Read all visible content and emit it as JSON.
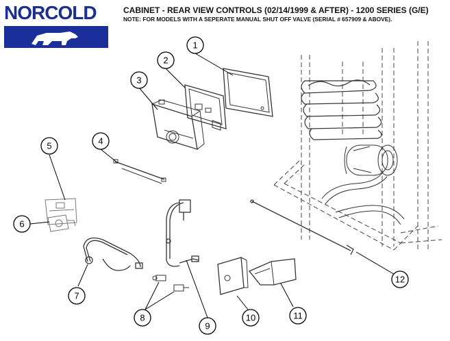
{
  "logo": {
    "text": "NORCOLD"
  },
  "header": {
    "title": "CABINET - REAR VIEW CONTROLS (02/14/1999 & AFTER) - 1200 SERIES (G/E)",
    "note": "NOTE: FOR MODELS WITH A SEPERATE MANUAL SHUT OFF VALVE (SERIAL # 657909 & ABOVE)."
  },
  "callouts": [
    {
      "id": "1",
      "label": "1"
    },
    {
      "id": "2",
      "label": "2"
    },
    {
      "id": "3",
      "label": "3"
    },
    {
      "id": "4",
      "label": "4"
    },
    {
      "id": "5",
      "label": "5"
    },
    {
      "id": "6",
      "label": "6"
    },
    {
      "id": "7",
      "label": "7"
    },
    {
      "id": "8",
      "label": "8"
    },
    {
      "id": "9",
      "label": "9"
    },
    {
      "id": "10",
      "label": "10"
    },
    {
      "id": "11",
      "label": "11"
    },
    {
      "id": "12",
      "label": "12"
    }
  ],
  "colors": {
    "logo_blue": "#1b2f8f",
    "banner_blue": "#1a2f9a",
    "line": "#000000",
    "part": "#555555"
  }
}
